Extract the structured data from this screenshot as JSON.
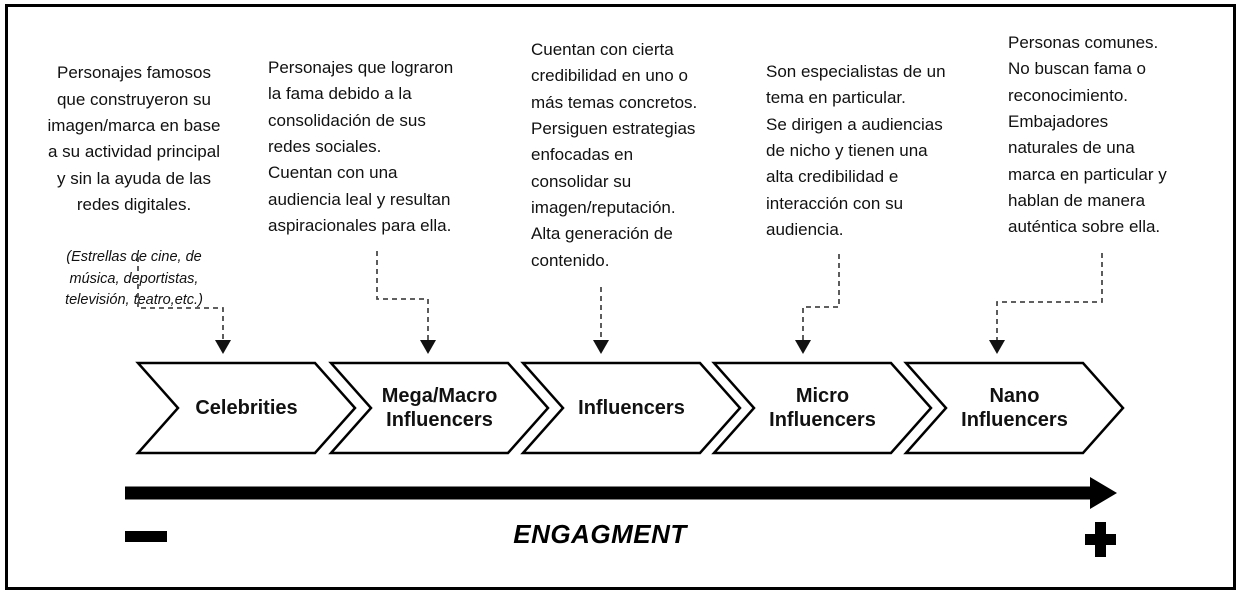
{
  "annotations": [
    {
      "text": "Personajes famosos\nque construyeron su\nimagen/marca en base\na su actividad principal\ny sin la ayuda de las\nredes digitales.",
      "note": "(Estrellas de cine, de\nmúsica, deportistas,\ntelevisión, teatro,etc.)"
    },
    {
      "text": "Personajes que lograron\nla fama debido a la\nconsolidación de sus\nredes sociales.\nCuentan con una\naudiencia leal y resultan\naspiracionales para ella."
    },
    {
      "text": "Cuentan con cierta\ncredibilidad en uno o\nmás temas concretos.\nPersiguen estrategias\nenfocadas en\nconsolidar su\nimagen/reputación.\nAlta generación de\ncontenido."
    },
    {
      "text": "Son especialistas de un\ntema en particular.\nSe dirigen a audiencias\nde nicho y tienen una\nalta credibilidad e\ninteracción con su\naudiencia."
    },
    {
      "text": "Personas comunes.\nNo buscan fama o\nreconocimiento.\nEmbajadores\nnaturales de una\nmarca en particular y\nhablan de manera\nauténtica sobre ella."
    }
  ],
  "stages": [
    {
      "label": "Celebrities"
    },
    {
      "label": "Mega/Macro\nInfluencers"
    },
    {
      "label": "Influencers"
    },
    {
      "label": "Micro\nInfluencers"
    },
    {
      "label": "Nano\nInfluencers"
    }
  ],
  "axis": {
    "label": "ENGAGMENT",
    "min_symbol": "−",
    "max_symbol": "+"
  },
  "icons": {
    "connector_arrow": "▼",
    "axis_arrow": "→",
    "minus": "−",
    "plus": "+"
  },
  "colors": {
    "ink": "#000000",
    "dash": "#4a4a4a",
    "background": "#ffffff"
  }
}
